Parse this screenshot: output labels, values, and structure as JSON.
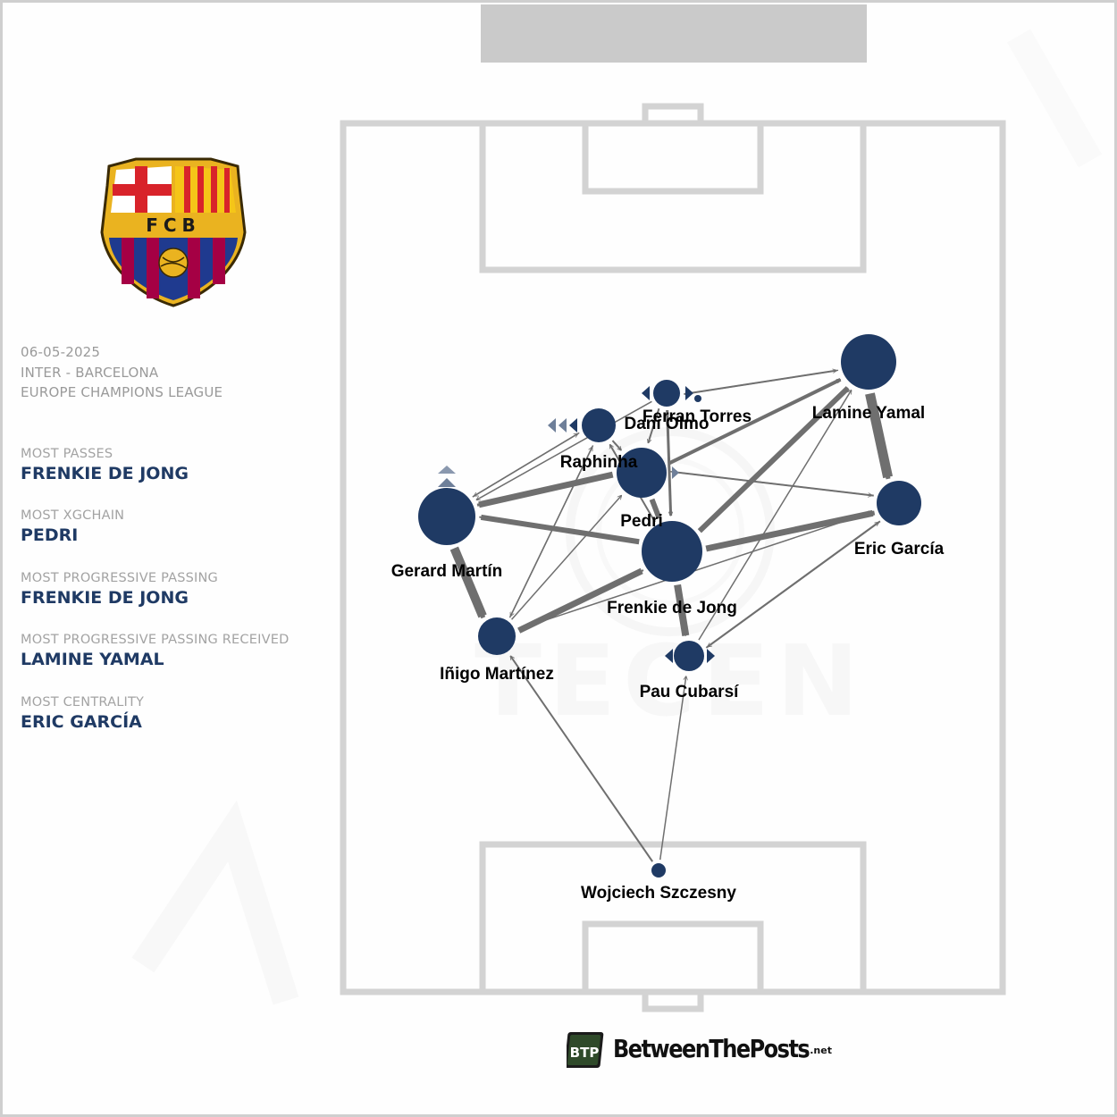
{
  "match": {
    "date": "06-05-2025",
    "fixture": "INTER - BARCELONA",
    "competition": "EUROPE CHAMPIONS LEAGUE"
  },
  "crest": {
    "text": "FCB"
  },
  "stats": [
    {
      "label": "MOST PASSES",
      "value": "FRENKIE DE JONG"
    },
    {
      "label": "MOST XGCHAIN",
      "value": "PEDRI"
    },
    {
      "label": "MOST PROGRESSIVE PASSING",
      "value": "FRENKIE DE JONG"
    },
    {
      "label": "MOST PROGRESSIVE PASSING RECEIVED",
      "value": "LAMINE YAMAL"
    },
    {
      "label": "MOST CENTRALITY",
      "value": "ERIC GARCÍA"
    }
  ],
  "players": [
    {
      "id": "yamal",
      "name": "Lamine Yamal"
    },
    {
      "id": "torres",
      "name": "Ferran Torres"
    },
    {
      "id": "olmo",
      "name": "Dani Olmo"
    },
    {
      "id": "raphinha",
      "name": "Raphinha"
    },
    {
      "id": "pedri",
      "name": "Pedri"
    },
    {
      "id": "martin",
      "name": "Gerard Martín"
    },
    {
      "id": "garcia",
      "name": "Eric García"
    },
    {
      "id": "dejong",
      "name": "Frenkie de Jong"
    },
    {
      "id": "inigo",
      "name": "Iñigo Martínez"
    },
    {
      "id": "cubarsi",
      "name": "Pau Cubarsí"
    },
    {
      "id": "szczesny",
      "name": "Wojciech Szczesny"
    }
  ],
  "footer": {
    "brand": "BetweenThePosts",
    "suffix": ".net",
    "badge": "BTP"
  },
  "colors": {
    "node": "#1f3a64",
    "edge": "#6f6f6f",
    "pitch_line": "#d3d3d3",
    "accent": "#1f3a64"
  }
}
